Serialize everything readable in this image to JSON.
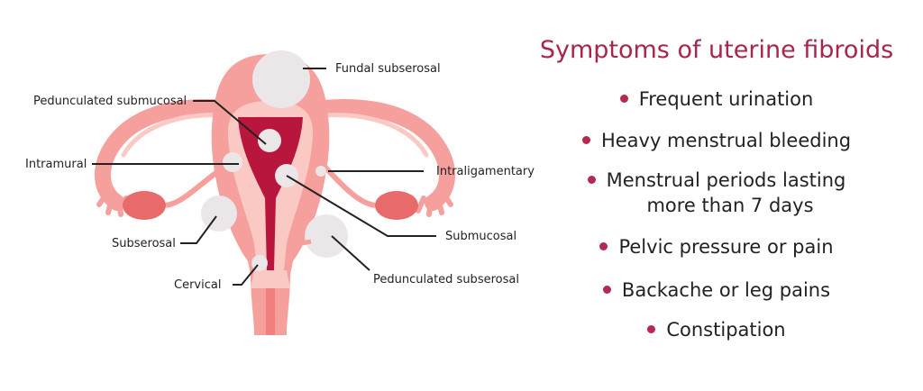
{
  "diagram": {
    "labels": {
      "fundal_subserosal": "Fundal subserosal",
      "pedunculated_submucosal": "Pedunculated submucosal",
      "intramural": "Intramural",
      "intraligamentary": "Intraligamentary",
      "subserosal": "Subserosal",
      "submucosal": "Submucosal",
      "cervical": "Cervical",
      "pedunculated_subserosal": "Pedunculated subserosal"
    },
    "colors": {
      "uterus_outer": "#f6a09e",
      "uterus_light": "#fbc9c3",
      "cavity": "#b8163d",
      "fibroid": "#ebe6e8",
      "ovary": "#e86a6a"
    }
  },
  "symptoms": {
    "title": "Symptoms of uterine fibroids",
    "items": [
      {
        "text": "Frequent urination",
        "line2": ""
      },
      {
        "text": "Heavy menstrual bleeding",
        "line2": ""
      },
      {
        "text": "Menstrual periods lasting",
        "line2": "more than 7 days"
      },
      {
        "text": "Pelvic pressure or pain",
        "line2": ""
      },
      {
        "text": "Backache or leg pains",
        "line2": ""
      },
      {
        "text": "Constipation",
        "line2": ""
      }
    ],
    "accent": "#a8264a"
  }
}
